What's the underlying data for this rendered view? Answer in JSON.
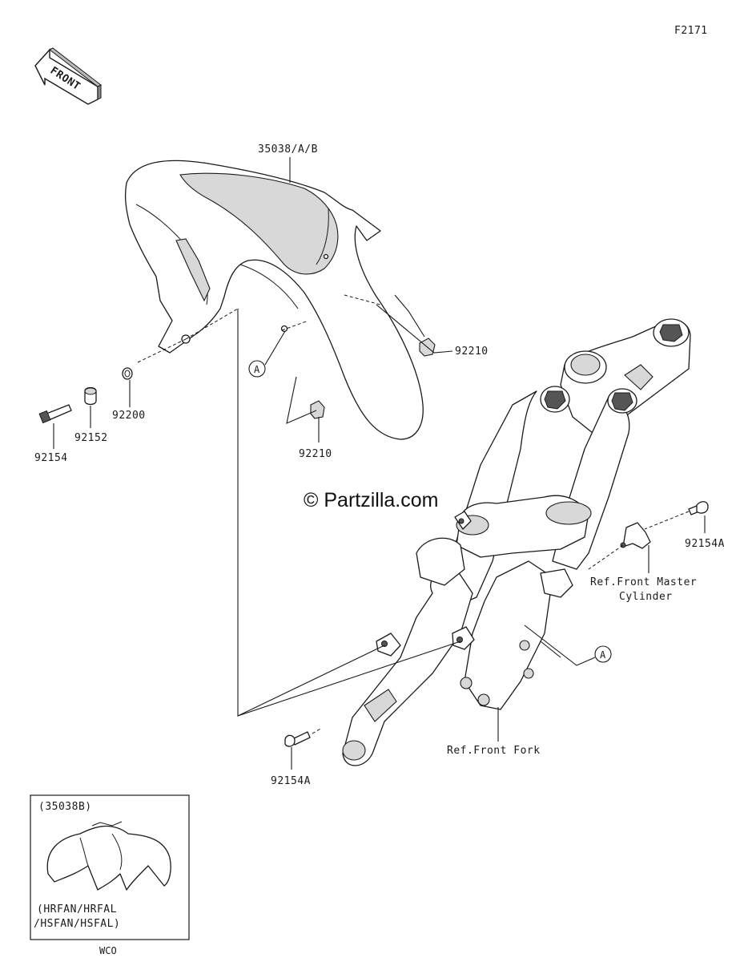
{
  "diagram_code": "F2171",
  "front_arrow_label": "FRONT",
  "watermark": "© Partzilla.com",
  "callouts": {
    "fender": "35038/A/B",
    "nut_clip_upper": "92210",
    "nut_clip_lower": "92210",
    "washer": "92200",
    "collar": "92152",
    "bolt_left": "92154",
    "bolt_right": "92154A",
    "bolt_bottom": "92154A",
    "ref_a_upper": "A",
    "ref_a_lower": "A"
  },
  "references": {
    "master_cylinder_line1": "Ref.Front Master",
    "master_cylinder_line2": "Cylinder",
    "front_fork": "Ref.Front Fork"
  },
  "inset": {
    "title": "(35038B)",
    "models_line1": "(HRFAN/HRFAL",
    "models_line2": "/HSFAN/HSFAL)",
    "footer": "WCO"
  }
}
